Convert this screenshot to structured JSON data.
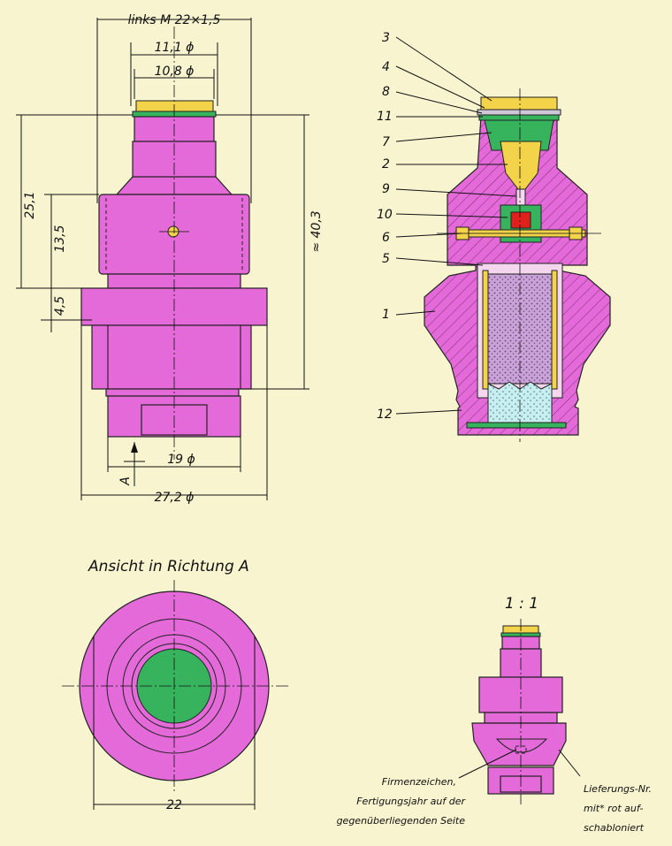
{
  "dimensions": {
    "thread": "links M 22×1,5",
    "d_11_1": "11,1 ϕ",
    "d_10_8": "10,8 ϕ",
    "h_25_1": "25,1",
    "h_13_5": "13,5",
    "h_4_5": "4,5",
    "h_40_3": "≈ 40,3",
    "d_19": "19 ϕ",
    "d_27_2": "27,2 ϕ",
    "view_marker": "A",
    "w_22": "22"
  },
  "part_numbers": [
    "3",
    "4",
    "8",
    "11",
    "7",
    "2",
    "9",
    "10",
    "6",
    "5",
    "1",
    "12"
  ],
  "view_title": "Ansicht in Richtung A",
  "scale": "1 : 1",
  "notes": {
    "firm_1": "Firmenzeichen,",
    "firm_2": "Fertigungsjahr auf der",
    "firm_3": "gegenüberliegenden Seite",
    "lief_1": "Lieferungs-Nr.",
    "lief_2": "mit* rot auf-",
    "lief_3": "schabloniert"
  },
  "colors": {
    "background": "#f7f4cf",
    "body": "#e46ad9",
    "green": "#37b35d",
    "yellow": "#f2d34a",
    "red": "#e0201c",
    "powder": "#c9a2d6",
    "ice": "#c8eef0"
  }
}
